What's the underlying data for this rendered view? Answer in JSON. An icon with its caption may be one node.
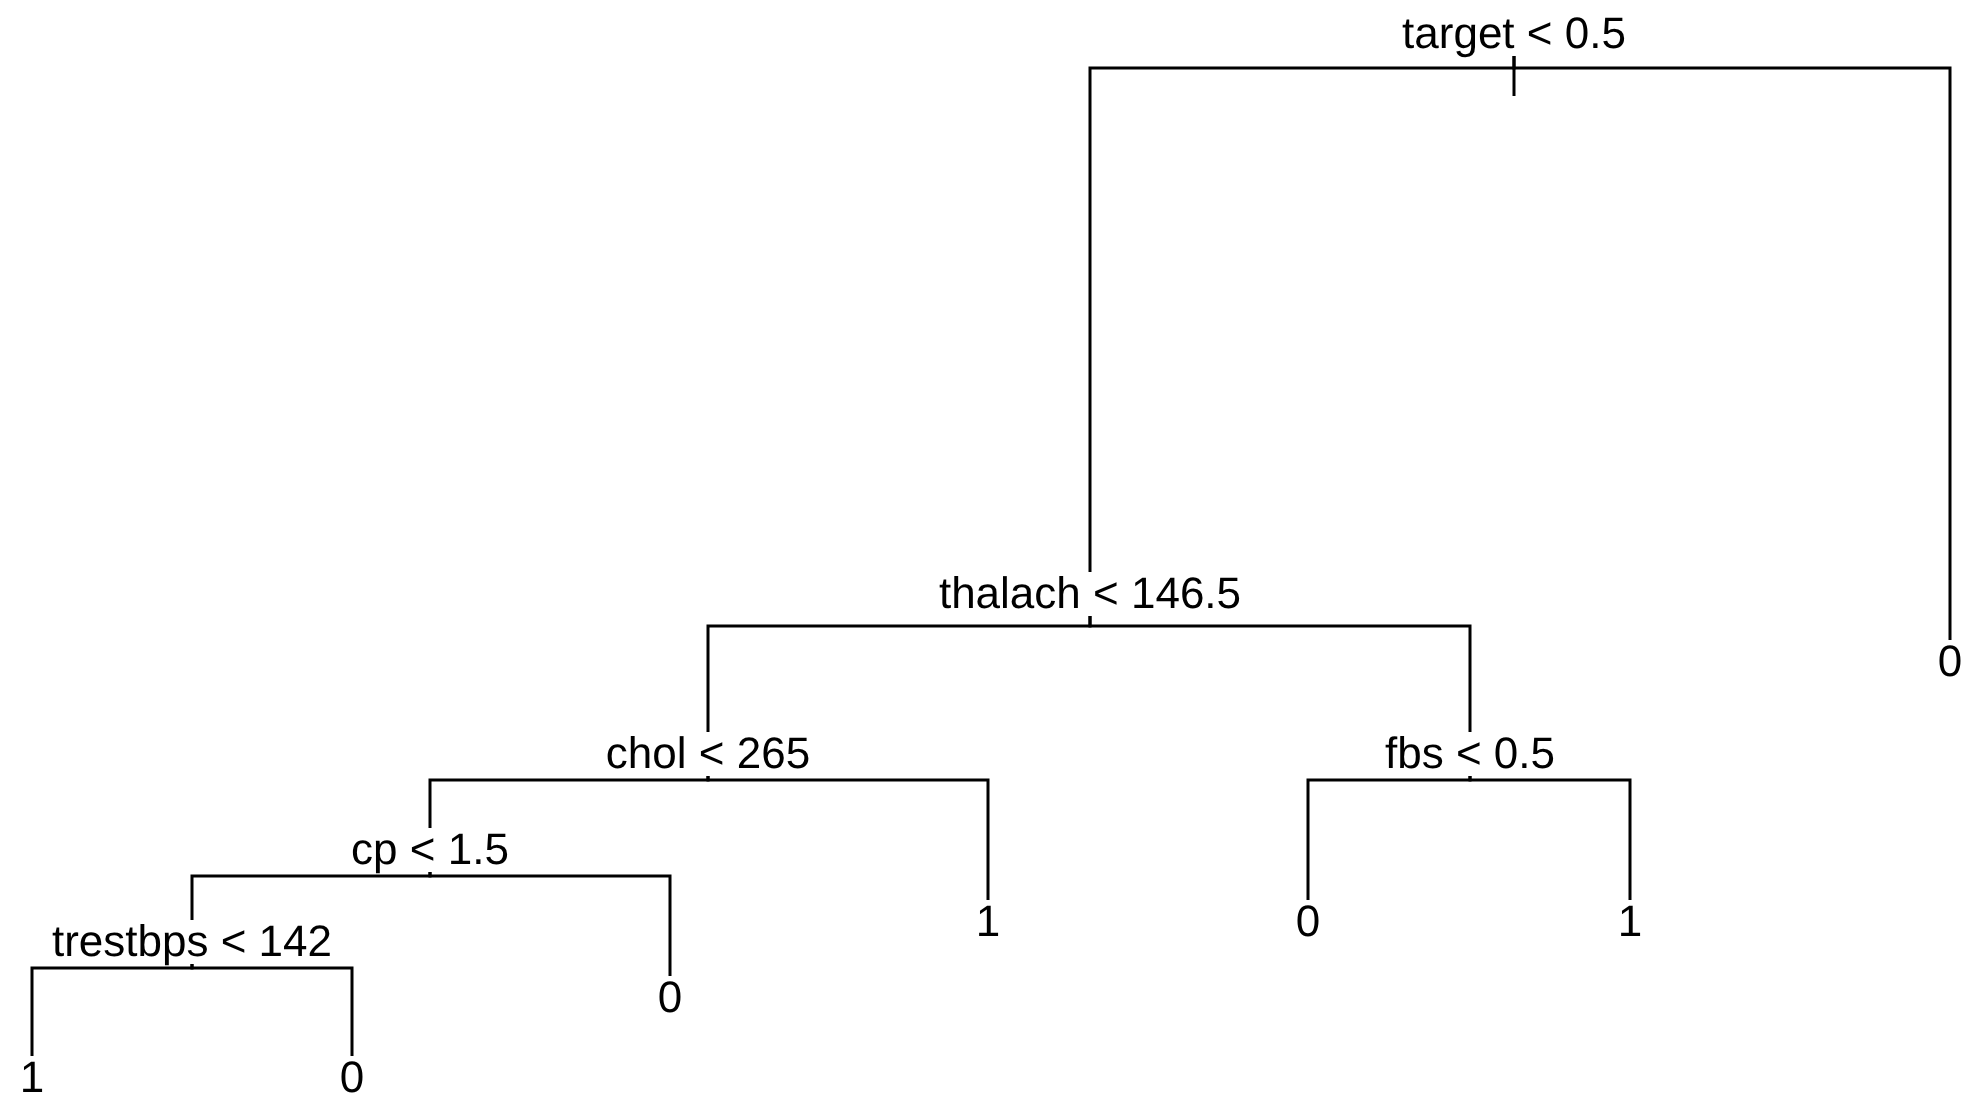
{
  "diagram": {
    "nodes": [
      {
        "text": [
          "target < 0.5"
        ]
      },
      {
        "text": [
          "thalach < 146.5"
        ]
      },
      {
        "text": [
          "0"
        ]
      },
      {
        "text": [
          "chol < 265"
        ]
      },
      {
        "text": [
          "fbs < 0.5"
        ]
      },
      {
        "text": [
          "cp < 1.5"
        ]
      },
      {
        "text": [
          "1"
        ]
      },
      {
        "text": [
          "0"
        ]
      },
      {
        "text": [
          "1"
        ]
      },
      {
        "text": [
          "trestbps < 142"
        ]
      },
      {
        "text": [
          "0"
        ]
      },
      {
        "text": [
          "1"
        ]
      },
      {
        "text": [
          "0"
        ]
      }
    ],
    "edges": [
      {
        "from": 0,
        "to": 1,
        "arrow": "none"
      },
      {
        "from": 0,
        "to": 2,
        "arrow": "none"
      },
      {
        "from": 1,
        "to": 3,
        "arrow": "none"
      },
      {
        "from": 1,
        "to": 4,
        "arrow": "none"
      },
      {
        "from": 3,
        "to": 5,
        "arrow": "none"
      },
      {
        "from": 3,
        "to": 6,
        "arrow": "none"
      },
      {
        "from": 4,
        "to": 7,
        "arrow": "none"
      },
      {
        "from": 4,
        "to": 8,
        "arrow": "none"
      },
      {
        "from": 5,
        "to": 9,
        "arrow": "none"
      },
      {
        "from": 5,
        "to": 10,
        "arrow": "none"
      },
      {
        "from": 9,
        "to": 11,
        "arrow": "none"
      },
      {
        "from": 9,
        "to": 12,
        "arrow": "none"
      }
    ]
  }
}
